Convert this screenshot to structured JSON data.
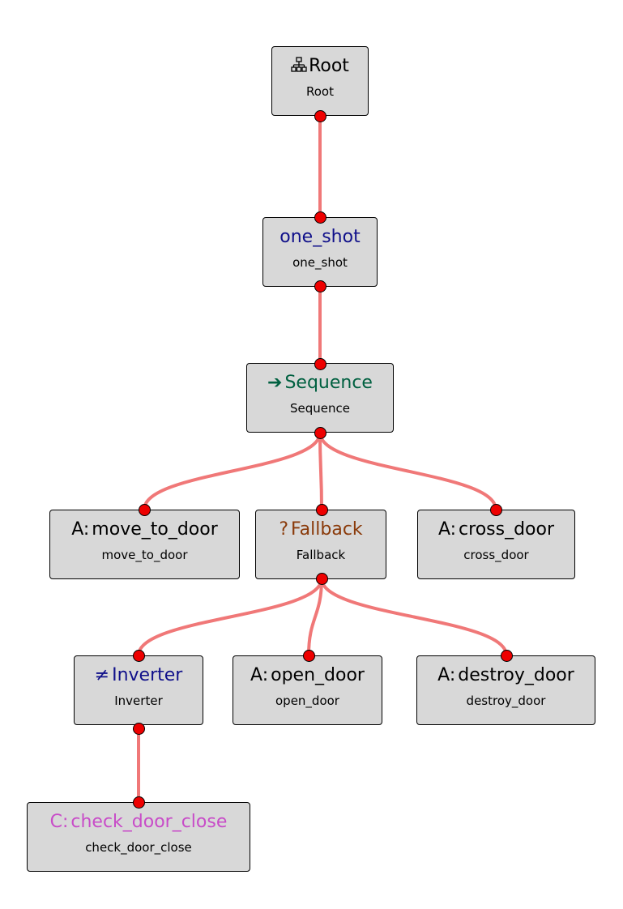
{
  "tree": {
    "nodes": [
      {
        "id": "root",
        "kind": "root",
        "icon": "org-chart-icon",
        "prefix": "",
        "title": "Root",
        "subtitle": "Root"
      },
      {
        "id": "one_shot",
        "kind": "decorator",
        "icon": "",
        "prefix": "",
        "title": "one_shot",
        "subtitle": "one_shot"
      },
      {
        "id": "sequence",
        "kind": "sequence",
        "icon": "arrow-right-icon",
        "prefix": "➔",
        "title": "Sequence",
        "subtitle": "Sequence"
      },
      {
        "id": "move_to_door",
        "kind": "action",
        "icon": "",
        "prefix": "A:",
        "title": "move_to_door",
        "subtitle": "move_to_door"
      },
      {
        "id": "fallback",
        "kind": "fallback",
        "icon": "question-mark-icon",
        "prefix": "?",
        "title": "Fallback",
        "subtitle": "Fallback"
      },
      {
        "id": "cross_door",
        "kind": "action",
        "icon": "",
        "prefix": "A:",
        "title": "cross_door",
        "subtitle": "cross_door"
      },
      {
        "id": "inverter",
        "kind": "decorator",
        "icon": "not-equal-icon",
        "prefix": "≠",
        "title": "Inverter",
        "subtitle": "Inverter"
      },
      {
        "id": "open_door",
        "kind": "action",
        "icon": "",
        "prefix": "A:",
        "title": "open_door",
        "subtitle": "open_door"
      },
      {
        "id": "destroy_door",
        "kind": "action",
        "icon": "",
        "prefix": "A:",
        "title": "destroy_door",
        "subtitle": "destroy_door"
      },
      {
        "id": "check_door_close",
        "kind": "condition",
        "icon": "",
        "prefix": "C:",
        "title": "check_door_close",
        "subtitle": "check_door_close"
      }
    ],
    "edges": [
      [
        "root",
        "one_shot"
      ],
      [
        "one_shot",
        "sequence"
      ],
      [
        "sequence",
        "move_to_door"
      ],
      [
        "sequence",
        "fallback"
      ],
      [
        "sequence",
        "cross_door"
      ],
      [
        "fallback",
        "inverter"
      ],
      [
        "fallback",
        "open_door"
      ],
      [
        "fallback",
        "destroy_door"
      ],
      [
        "inverter",
        "check_door_close"
      ]
    ]
  },
  "colors": {
    "node_fill": "#d8d8d8",
    "edge": "#f07878",
    "port": "#ee0000",
    "root_title": "#000000",
    "decorator_title": "#10108a",
    "sequence_title": "#006040",
    "fallback_title": "#8a3a0a",
    "action_title": "#000000",
    "condition_title": "#c84cc8"
  }
}
